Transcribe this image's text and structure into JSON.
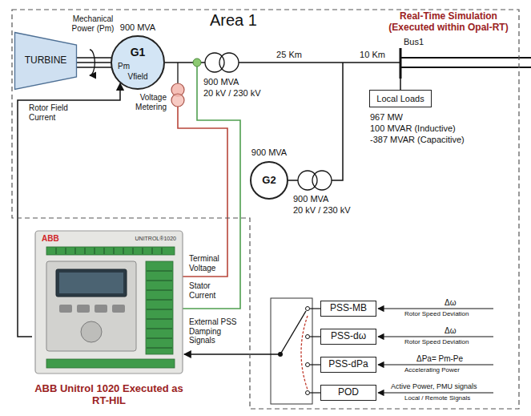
{
  "diagram": {
    "nodes": [
      {
        "text": [
          "Area 1",
          "Real-Time Simulation (Executed within Opal-RT)"
        ]
      },
      {
        "text": [
          "TURBINE"
        ],
        "in": 0
      },
      {
        "text": [
          "G1",
          "Pm",
          "Vfield"
        ],
        "in": 0
      },
      {
        "text": [
          "Local Loads"
        ],
        "in": 0
      },
      {
        "text": [
          "G2"
        ],
        "in": 0
      },
      {
        "text": [
          "ABB Unitrol 1020 Executed as RT-HIL"
        ]
      },
      {
        "text": [
          "PSS-MB"
        ],
        "in": 0
      },
      {
        "text": [
          "PSS-dω"
        ],
        "in": 0
      },
      {
        "text": [
          "PSS-dPa"
        ],
        "in": 0
      },
      {
        "text": [
          "POD"
        ],
        "in": 0
      }
    ],
    "edges": [
      {
        "from": 1,
        "to": 2,
        "arrow": "none"
      },
      {
        "from": 5,
        "to": 2,
        "arrow": "to",
        "label": "Rotor Field Current"
      }
    ],
    "labels": [
      "Mechanical Power (Pm)",
      "900 MVA",
      "Voltage Metering",
      "900 MVA",
      "20 kV / 230 kV",
      "25 Km",
      "10 Km",
      "Bus1",
      "967 MW",
      "100 MVAR (Inductive)",
      "-387 MVAR (Capacitive)",
      "900 MVA",
      "900 MVA",
      "20 kV / 230 kV",
      "Terminal Voltage",
      "Stator Current",
      "External PSS Damping Signals",
      "Δω",
      "Rotor Speed Deviation",
      "Δω",
      "Rotor Speed Deviation",
      "ΔPa= Pm-Pe",
      "Accelerating Power",
      "Active Power, PMU signals",
      "Local / Remote Signals",
      "ABB",
      "UNITROL®1020"
    ]
  }
}
